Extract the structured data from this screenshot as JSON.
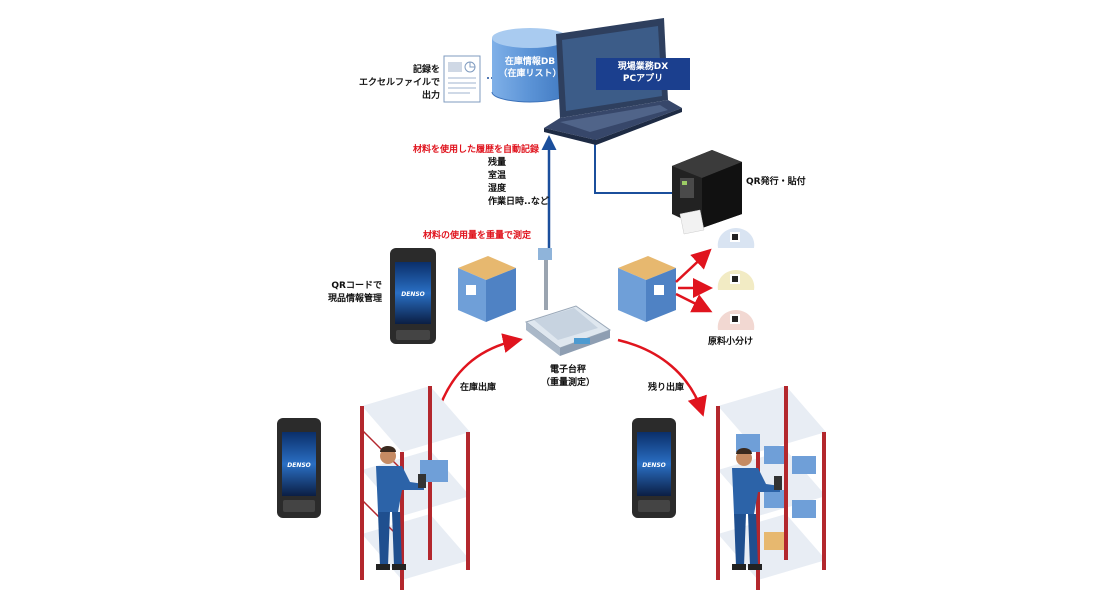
{
  "db": {
    "line1": "在庫情報DB",
    "line2": "（在庫リスト）"
  },
  "pc_app": {
    "line1": "現場業務DX",
    "line2": "PCアプリ"
  },
  "export": {
    "line1": "記録を",
    "line2": "エクセルファイルで",
    "line3": "出力"
  },
  "auto_record": {
    "title": "材料を使用した履歴を自動記録",
    "items": [
      "残量",
      "室温",
      "湿度",
      "作業日時..など"
    ]
  },
  "measure": "材料の使用量を重量で測定",
  "qr_print": "QR発行・貼付",
  "handheld": {
    "line1": "QRコードで",
    "line2": "現品情報管理",
    "brand": "DENSO"
  },
  "scale": {
    "line1": "電子台秤",
    "line2": "（重量測定）"
  },
  "flow_out": "在庫出庫",
  "flow_remain": "残り出庫",
  "portion": "原料小分け",
  "colors": {
    "arrow_red": "#e0141e",
    "line_blue": "#1b4f9c",
    "box_blue": "#6f9fd8",
    "shelf_red": "#b3272d",
    "worker_blue": "#2c63a8"
  }
}
